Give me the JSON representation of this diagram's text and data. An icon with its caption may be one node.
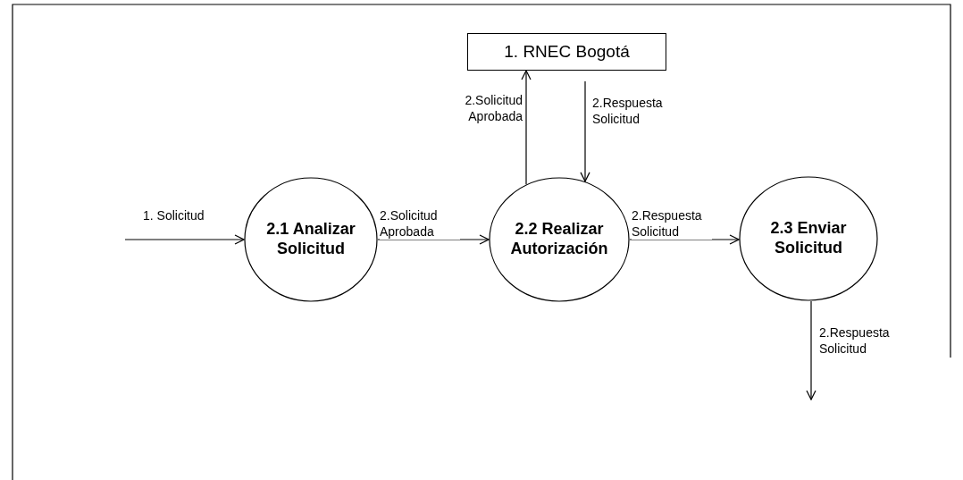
{
  "diagram": {
    "nodes": [
      {
        "text": [
          "1. RNEC Bogotá"
        ]
      },
      {
        "text": [
          "2.1 Analizar Solicitud"
        ]
      },
      {
        "text": [
          "2.2 Realizar Autorización"
        ]
      },
      {
        "text": [
          "2.3 Enviar Solicitud"
        ]
      }
    ],
    "edges": [
      {
        "from": null,
        "to": 1,
        "arrow": "to",
        "label": "1. Solicitud"
      },
      {
        "from": 1,
        "to": 2,
        "arrow": "to",
        "label": "2.Solicitud Aprobada"
      },
      {
        "from": 2,
        "to": 0,
        "arrow": "to",
        "label": "2.Solicitud Aprobada"
      },
      {
        "from": 0,
        "to": 2,
        "arrow": "to",
        "label": "2.Respuesta Solicitud"
      },
      {
        "from": 2,
        "to": 3,
        "arrow": "to",
        "label": "2.Respuesta Solicitud"
      },
      {
        "from": 3,
        "to": null,
        "arrow": "to",
        "label": "2.Respuesta Solicitud"
      }
    ]
  }
}
